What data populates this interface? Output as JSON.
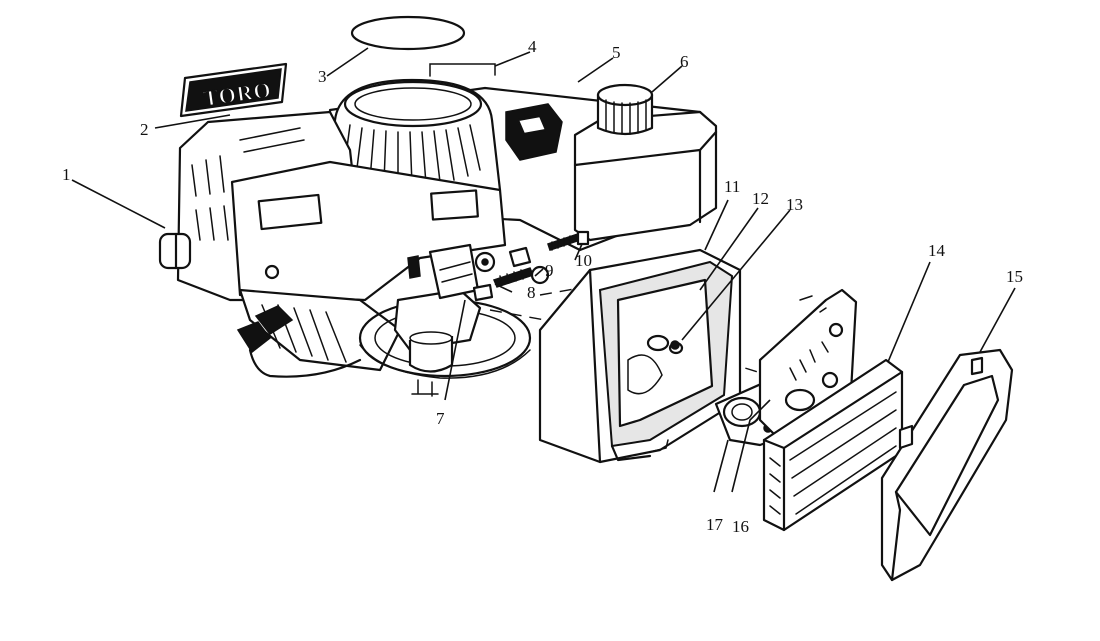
{
  "diagram": {
    "logo_text": "TORO",
    "callouts": {
      "c1": "1",
      "c2": "2",
      "c3": "3",
      "c4": "4",
      "c5": "5",
      "c6": "6",
      "c7": "7",
      "c8": "8",
      "c9": "9",
      "c10": "10",
      "c11": "11",
      "c12": "12",
      "c13": "13",
      "c14": "14",
      "c15": "15",
      "c16": "16",
      "c17": "17"
    }
  }
}
